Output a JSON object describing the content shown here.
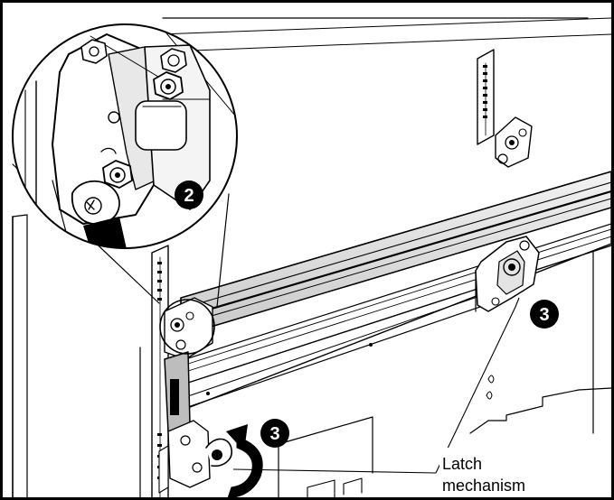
{
  "callouts": {
    "detail_step": "2",
    "latch_step": "3",
    "rotate_step": "3"
  },
  "annotation": {
    "line1": "Latch",
    "line2": "mechanism"
  },
  "colors": {
    "ink": "#000000",
    "paper": "#ffffff",
    "steel": "#d9d9d9",
    "shade": "#9a9a9a"
  },
  "icons": {
    "rotate_arrow": "curved-arrow-icon"
  }
}
